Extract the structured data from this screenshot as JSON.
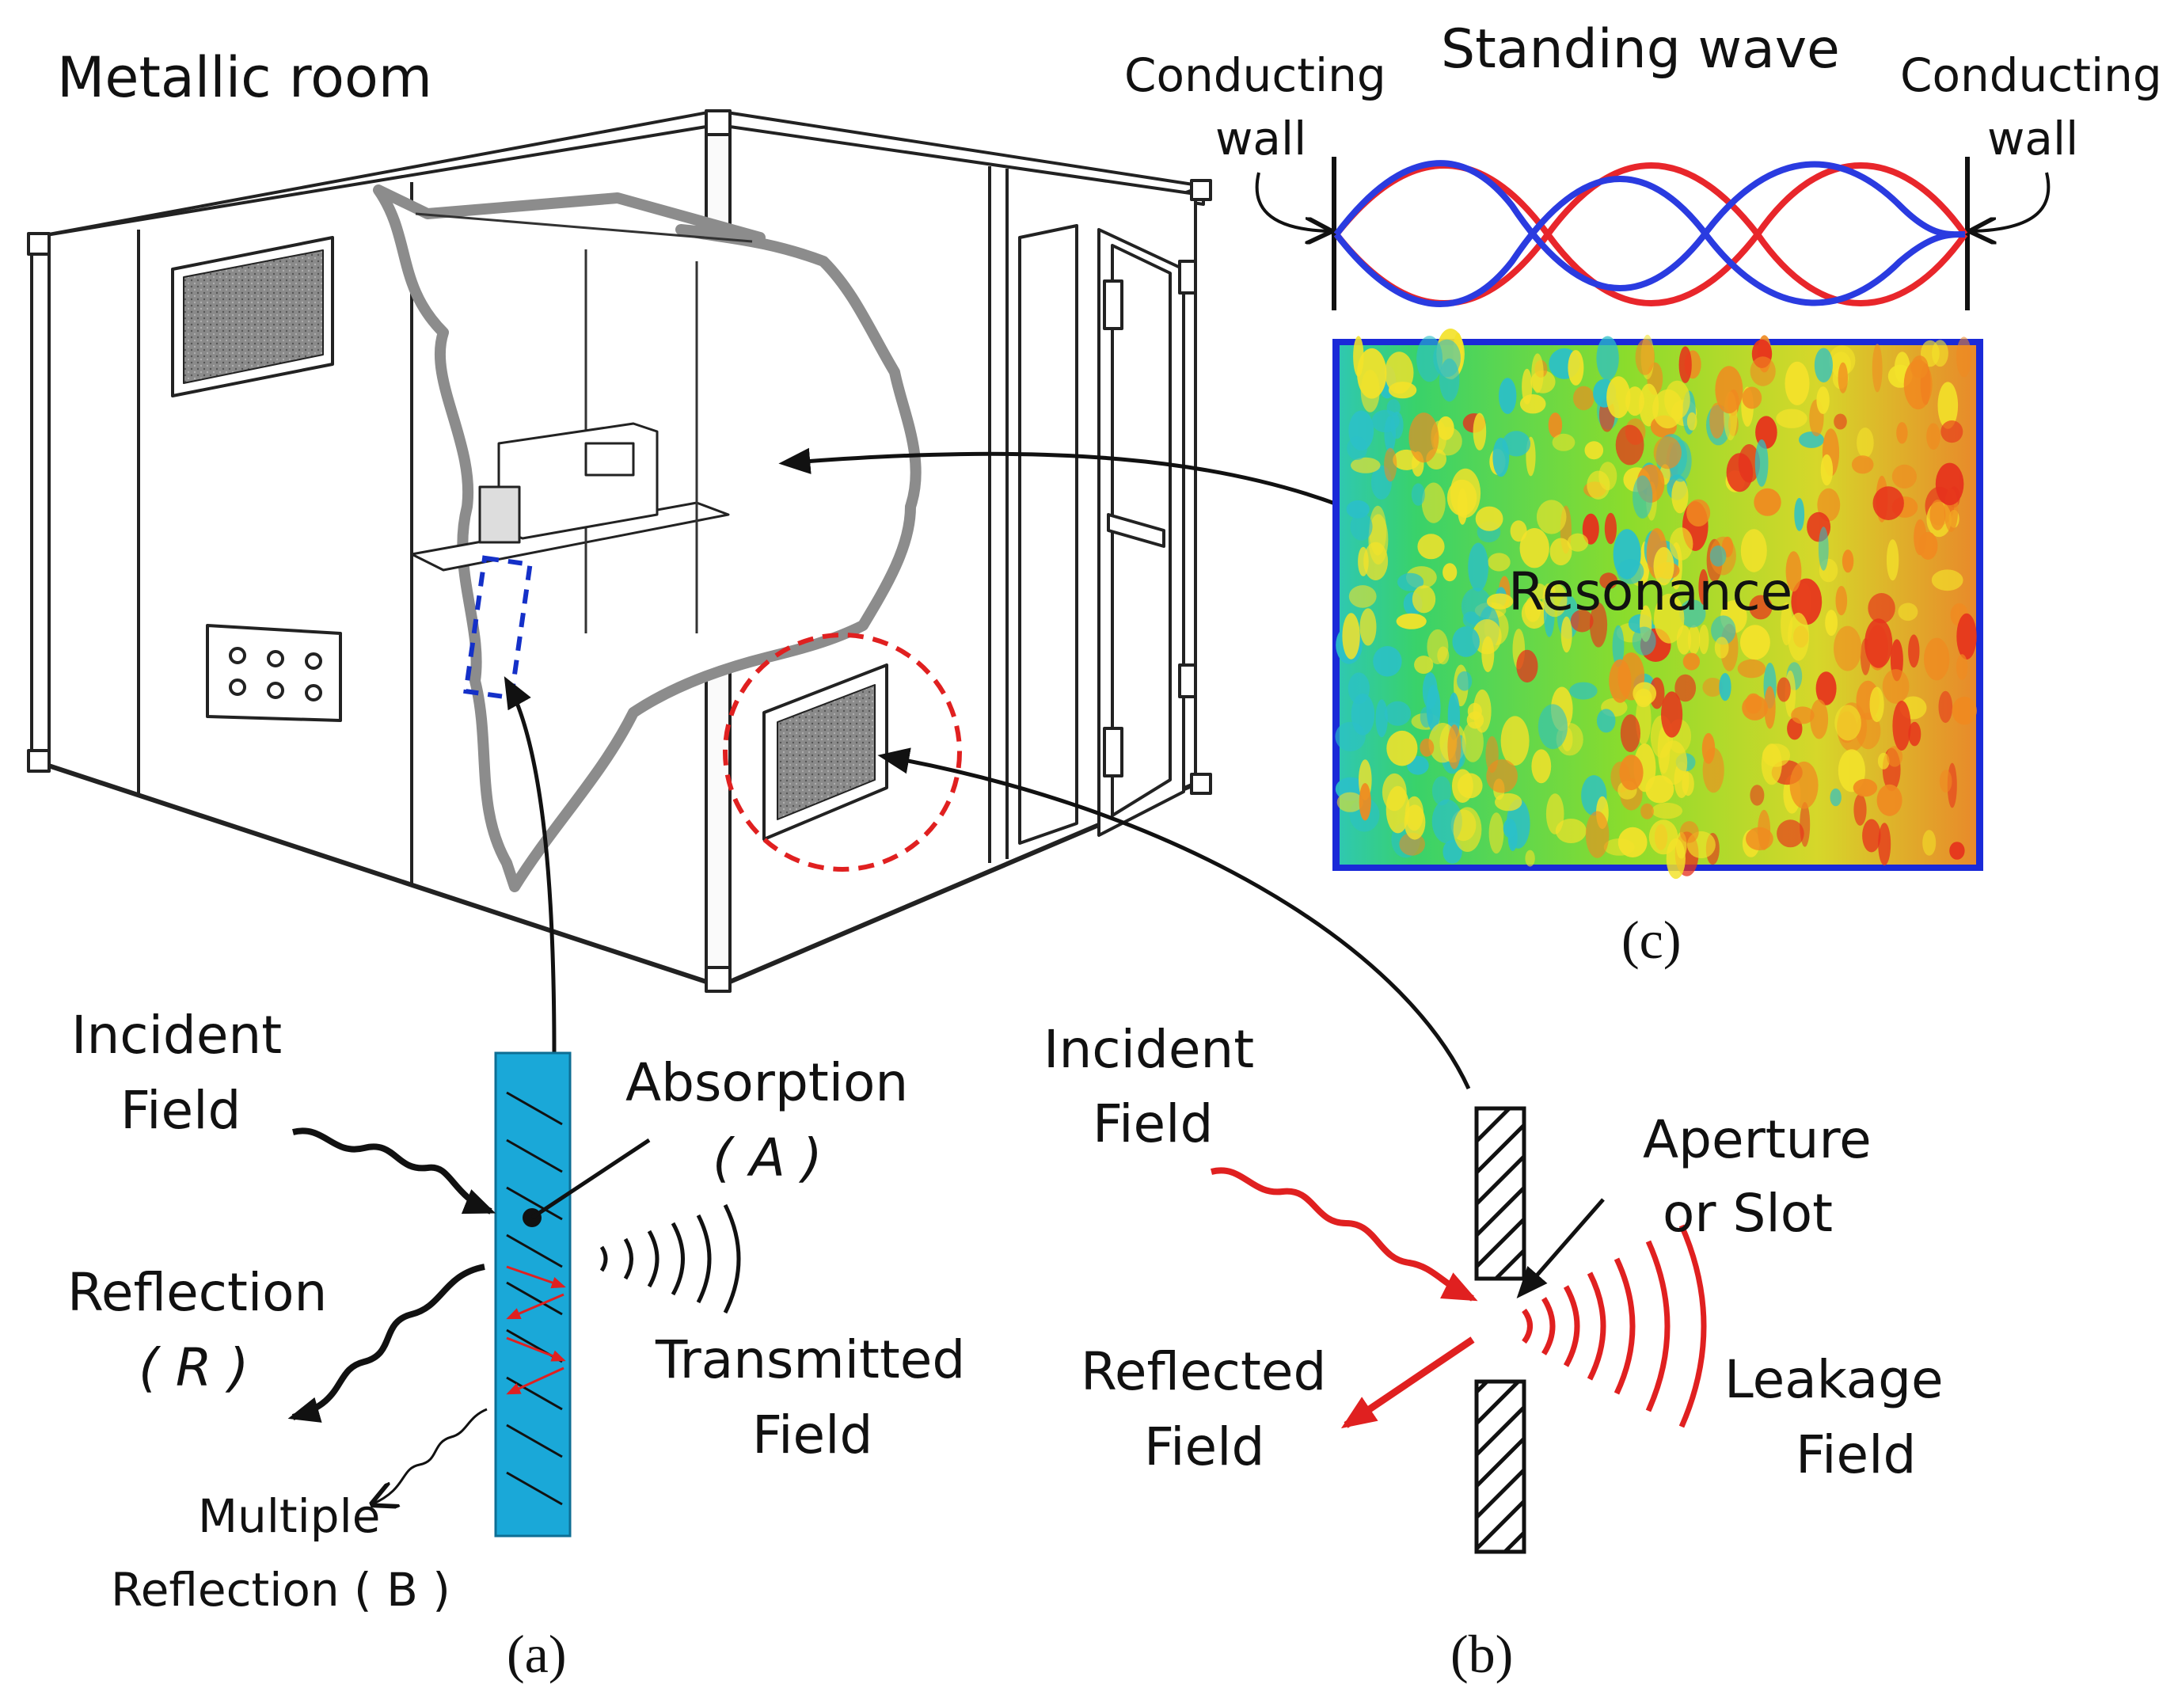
{
  "room": {
    "title": "Metallic room"
  },
  "standing": {
    "title": "Standing wave",
    "left_wall": [
      "Conducting",
      "wall"
    ],
    "right_wall": [
      "Conducting",
      "wall"
    ],
    "colors": {
      "wave_a": "#e8262b",
      "wave_b": "#2a3be0"
    }
  },
  "resonance": {
    "label": "Resonance"
  },
  "panel_a": {
    "incident": [
      "Incident",
      "Field"
    ],
    "absorption": "Absorption",
    "absorption_sym": "( A )",
    "reflection": "Reflection",
    "reflection_sym": "( R )",
    "transmitted": [
      "Transmitted",
      "Field"
    ],
    "multiple": [
      "Multiple",
      "Reflection ( B )"
    ],
    "shield_color": "#1aa8d8"
  },
  "panel_b": {
    "incident": [
      "Incident",
      "Field"
    ],
    "aperture": [
      "Aperture",
      "or Slot"
    ],
    "reflected": [
      "Reflected",
      "Field"
    ],
    "leakage": [
      "Leakage",
      "Field"
    ],
    "wave_color": "#e02020"
  },
  "captions": {
    "a": "(a)",
    "b": "(b)",
    "c": "(c)"
  }
}
